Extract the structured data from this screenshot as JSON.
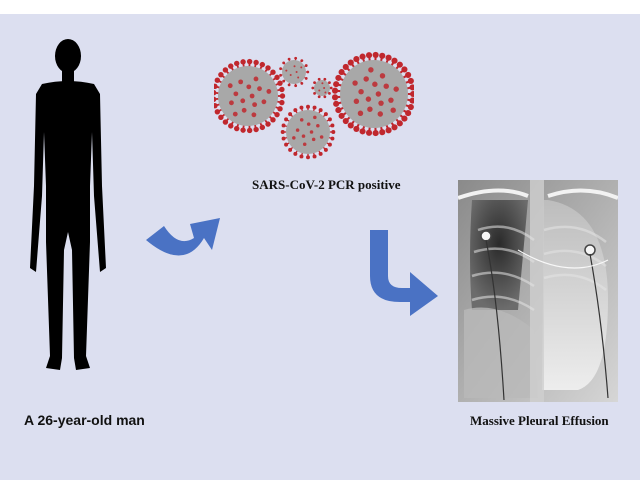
{
  "labels": {
    "person": "A 26-year-old man",
    "test": "SARS-CoV-2 PCR positive",
    "outcome": "Massive Pleural Effusion"
  },
  "colors": {
    "background": "#dcdff0",
    "silhouette": "#000000",
    "arrow": "#4a72c4",
    "virus_body": "#a8a8a8",
    "virus_spike": "#c0272d"
  },
  "icons": {
    "person": "human-silhouette-icon",
    "virus": "coronavirus-icon",
    "arrow": "curved-arrow-icon",
    "xray": "chest-xray-image"
  }
}
